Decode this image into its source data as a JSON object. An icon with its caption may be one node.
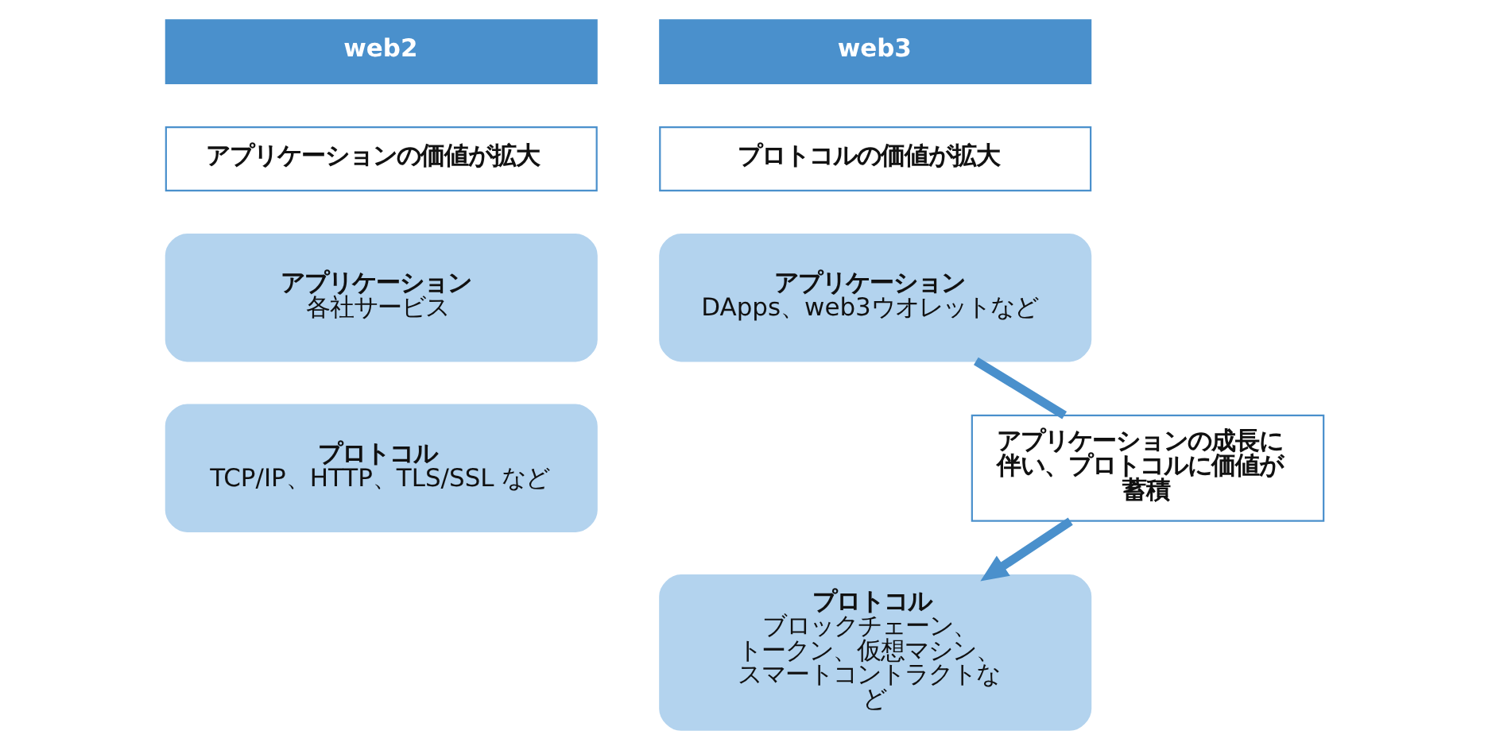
{
  "diagram": {
    "nodes": [
      {
        "text": [
          "web2"
        ]
      },
      {
        "text": [
          "アプリケーションの価値が拡大"
        ]
      },
      {
        "text": [
          "アプリケーション",
          "各社サービス"
        ]
      },
      {
        "text": [
          "プロトコル",
          "TCP/IP、HTTP、TLS/SSL など"
        ]
      },
      {
        "text": [
          "web3"
        ]
      },
      {
        "text": [
          "プロトコルの価値が拡大"
        ]
      },
      {
        "text": [
          "アプリケーション",
          "DApps、web3ウオレットなど"
        ]
      },
      {
        "text": [
          "プロトコル",
          "ブロックチェーン、トークン、仮想マシン、スマートコントラクトなど"
        ]
      },
      {
        "text": [
          "アプリケーションの成長に伴い、プロトコルに価値が蓄積"
        ]
      }
    ],
    "edges": [
      {
        "from": 6,
        "to": 8,
        "arrow": "none"
      },
      {
        "from": 8,
        "to": 7,
        "arrow": "to"
      }
    ]
  }
}
